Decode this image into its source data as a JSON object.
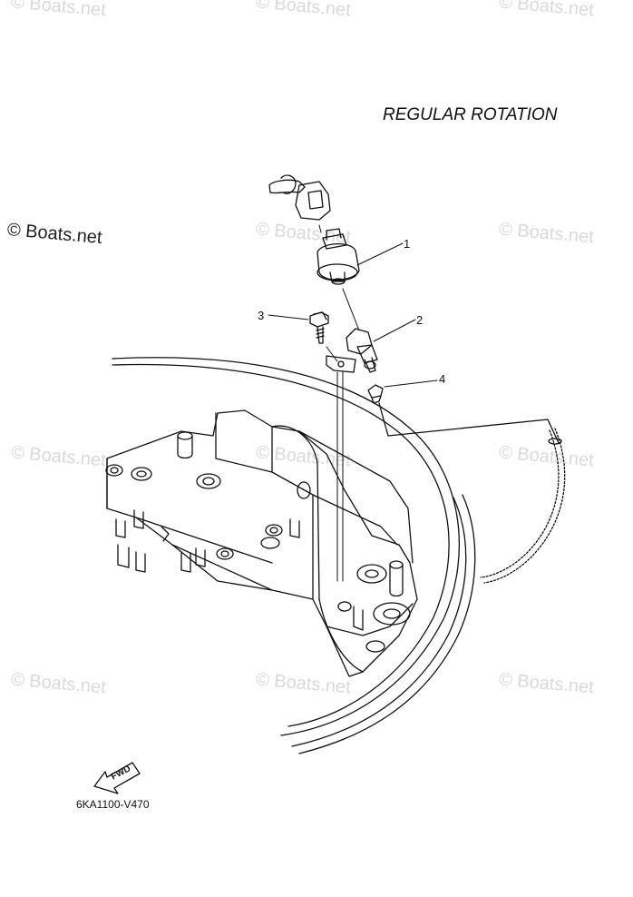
{
  "watermark": "© Boats.net",
  "brand": "© Boats.net",
  "title": "REGULAR ROTATION",
  "callouts": [
    "1",
    "2",
    "3",
    "4"
  ],
  "fwd_label": "FWD",
  "part_code": "6KA1100-V470",
  "colors": {
    "line": "#111111",
    "watermark": "#d9d9d9",
    "background": "#ffffff"
  }
}
